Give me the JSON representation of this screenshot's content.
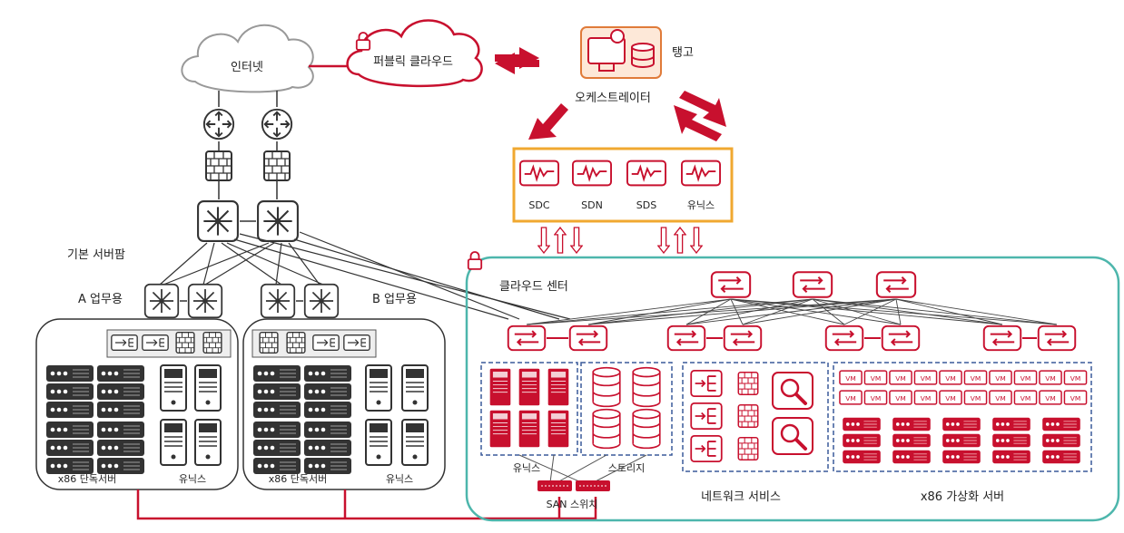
{
  "labels": {
    "internet": "인터넷",
    "public_cloud": "퍼블릭 클라우드",
    "warehouse": "탱고",
    "orchestrator": "오케스트레이터",
    "sdc": "SDC",
    "sdn": "SDN",
    "sds": "SDS",
    "unix_top": "유닉스",
    "base_server_farm": "기본 서버팜",
    "a_business": "A 업무용",
    "b_business": "B 업무용",
    "cloud_center": "클라우드 센터",
    "x86_standalone_a": "x86 단독서버",
    "unix_a": "유닉스",
    "x86_standalone_b": "x86 단독서버",
    "unix_b": "유닉스",
    "cloud_unix": "유닉스",
    "cloud_storage": "스토리지",
    "san_switch": "SAN 스위치",
    "network_service": "네트워크 서비스",
    "x86_virtual_server": "x86 가상화 서버",
    "vm": "VM"
  },
  "colors": {
    "red": "#c8102e",
    "orange_box": "#f0a830",
    "teal": "#4db6ac",
    "dark": "#333333",
    "dash_blue": "#3a5a9a"
  }
}
